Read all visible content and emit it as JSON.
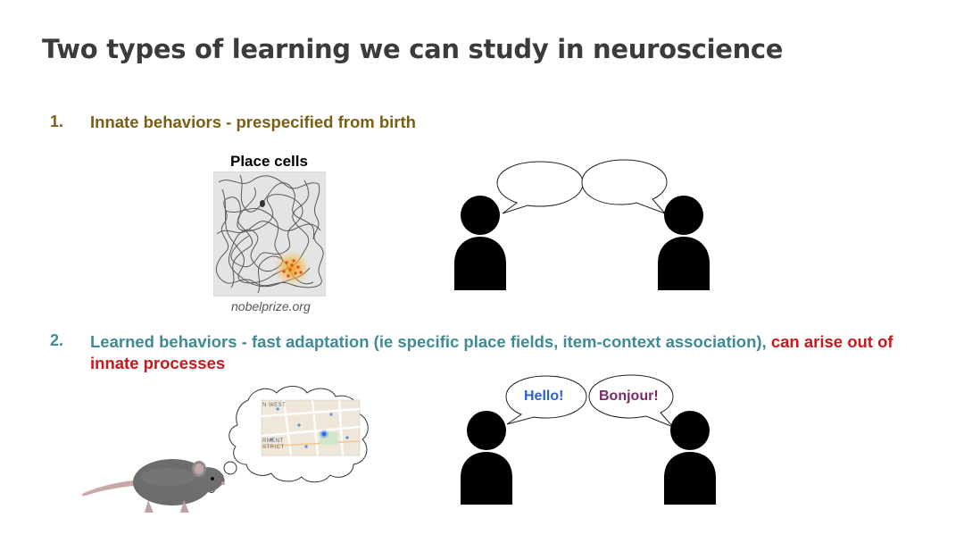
{
  "slide": {
    "title": "Two types of learning we can study in neuroscience"
  },
  "items": [
    {
      "number": "1.",
      "text": "Innate behaviors - prespecified from birth",
      "color": "#7a5f12"
    },
    {
      "number": "2.",
      "text": "Learned behaviors - fast adaptation (ie specific place fields, item-context association),",
      "highlight": "can arise out of innate processes",
      "color": "#3f8b95",
      "highlight_color": "#c8191d"
    }
  ],
  "place_cells": {
    "label": "Place cells",
    "source": "nobelprize.org"
  },
  "map": {
    "labels": [
      "N WEST",
      "RMENT",
      "STRICT"
    ]
  },
  "speech": {
    "greeting_1": "Hello!",
    "greeting_2": "Bonjour!",
    "greeting_1_color": "#2a64c8",
    "greeting_2_color": "#7b2a66"
  }
}
